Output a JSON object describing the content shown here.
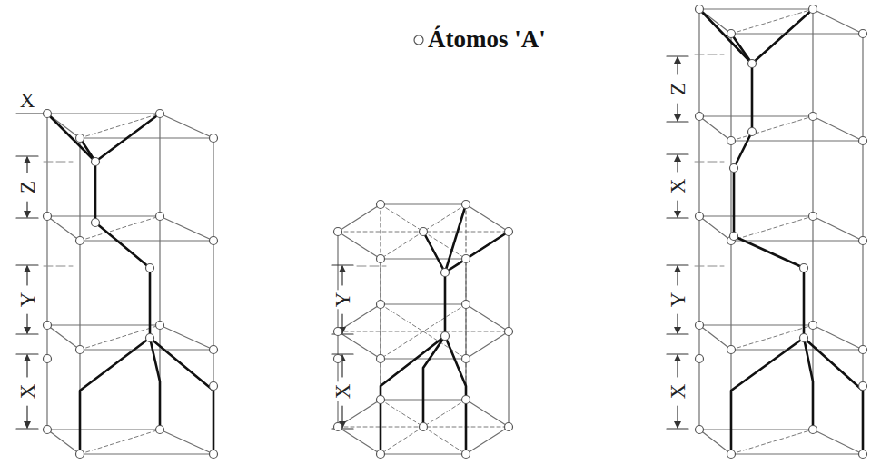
{
  "diagram": {
    "labels": [
      "X",
      "Z",
      "Y",
      "X",
      "Y",
      "X",
      "Z",
      "X",
      "Y",
      "X"
    ],
    "legend": [
      {
        "text": "Átomos 'A'"
      }
    ]
  }
}
